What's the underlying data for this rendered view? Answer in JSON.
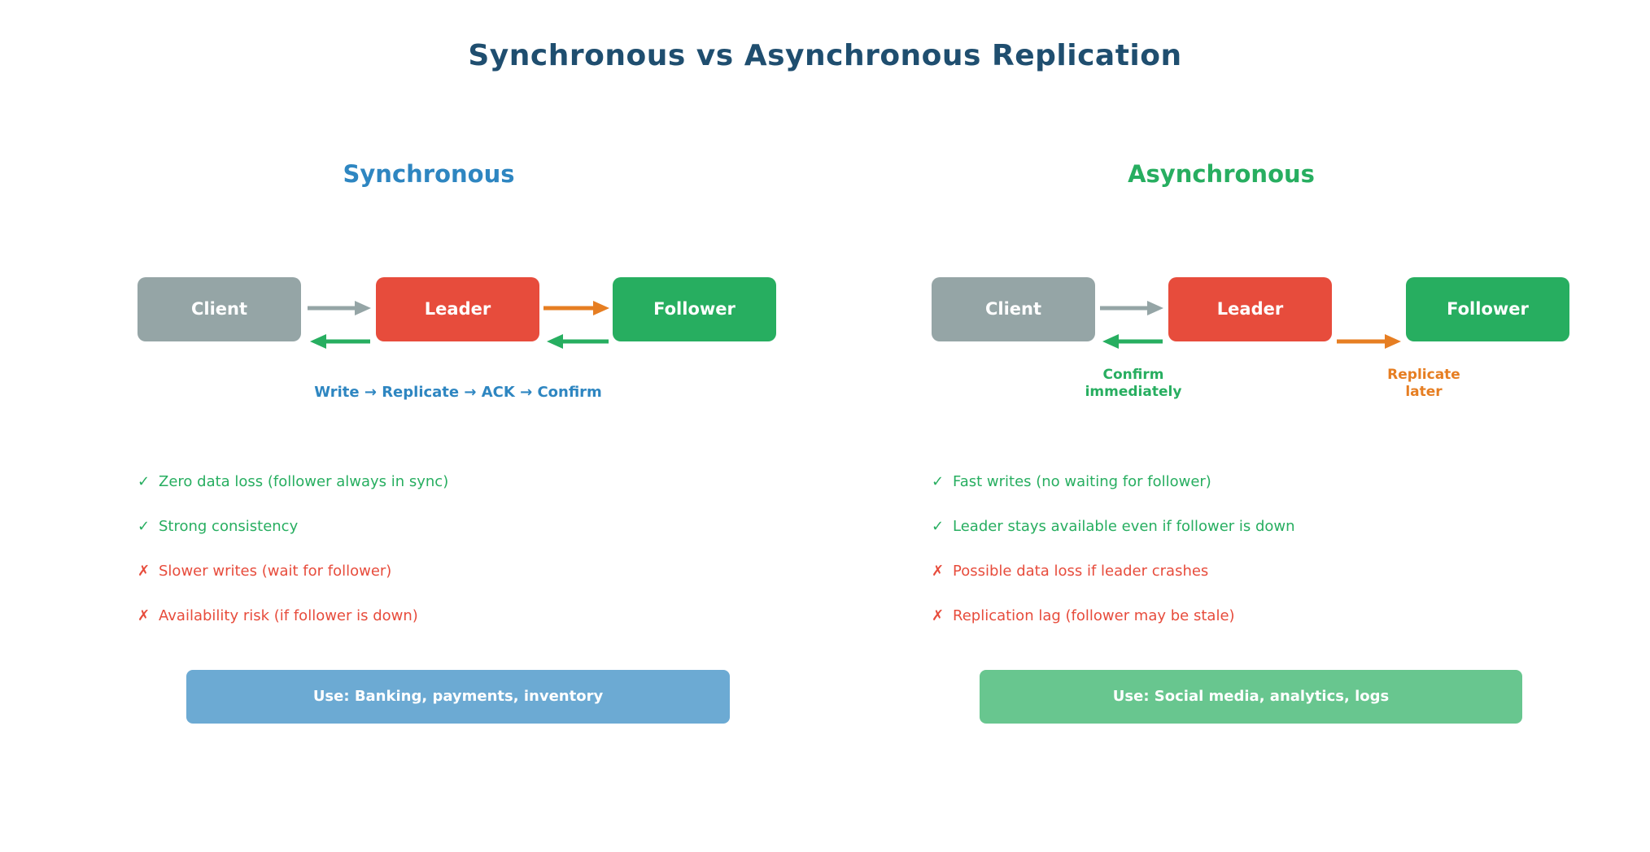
{
  "title": "Synchronous vs Asynchronous Replication",
  "palette": {
    "title_color": "#1f4e6f",
    "sync_accent": "#2e86c1",
    "async_accent": "#27ae60",
    "client_gray": "#95a5a6",
    "leader_red": "#e74c3c",
    "follower_green": "#27ae60",
    "orange": "#e67e22",
    "pro_green": "#27ae60",
    "con_red": "#e74c3c",
    "sync_banner_blue": "#6caad3",
    "async_banner_green": "#68c68f"
  },
  "synchronous": {
    "heading": "Synchronous",
    "nodes": {
      "client": "Client",
      "leader": "Leader",
      "follower": "Follower"
    },
    "flow_caption": "Write → Replicate → ACK → Confirm",
    "points": [
      {
        "icon": "✓",
        "text": "Zero data loss (follower always in sync)"
      },
      {
        "icon": "✓",
        "text": "Strong consistency"
      },
      {
        "icon": "✗",
        "text": "Slower writes (wait for follower)"
      },
      {
        "icon": "✗",
        "text": "Availability risk (if follower is down)"
      }
    ],
    "use_case": "Use: Banking, payments, inventory"
  },
  "asynchronous": {
    "heading": "Asynchronous",
    "nodes": {
      "client": "Client",
      "leader": "Leader",
      "follower": "Follower"
    },
    "confirm_label": [
      "Confirm",
      "immediately"
    ],
    "replicate_label": [
      "Replicate",
      "later"
    ],
    "points": [
      {
        "icon": "✓",
        "text": "Fast writes (no waiting for follower)"
      },
      {
        "icon": "✓",
        "text": "Leader stays available even if follower is down"
      },
      {
        "icon": "✗",
        "text": "Possible data loss if leader crashes"
      },
      {
        "icon": "✗",
        "text": "Replication lag (follower may be stale)"
      }
    ],
    "use_case": "Use: Social media, analytics, logs"
  }
}
